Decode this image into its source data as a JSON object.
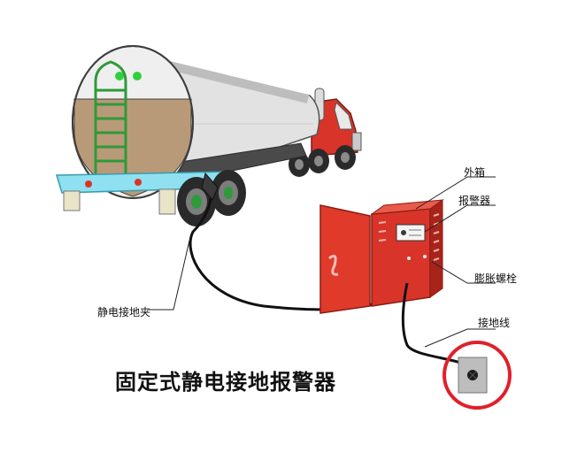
{
  "labels": {
    "outer_box": "外箱",
    "alarm": "报警器",
    "expansion_bolt": "膨胀螺栓",
    "ground_wire": "接地线",
    "static_clamp": "静电接地夹"
  },
  "caption": "固定式静电接地报警器",
  "colors": {
    "cabinet_red": "#e03a2b",
    "tank_fill": "#b99a78",
    "highlight_circle": "#e0202a"
  }
}
